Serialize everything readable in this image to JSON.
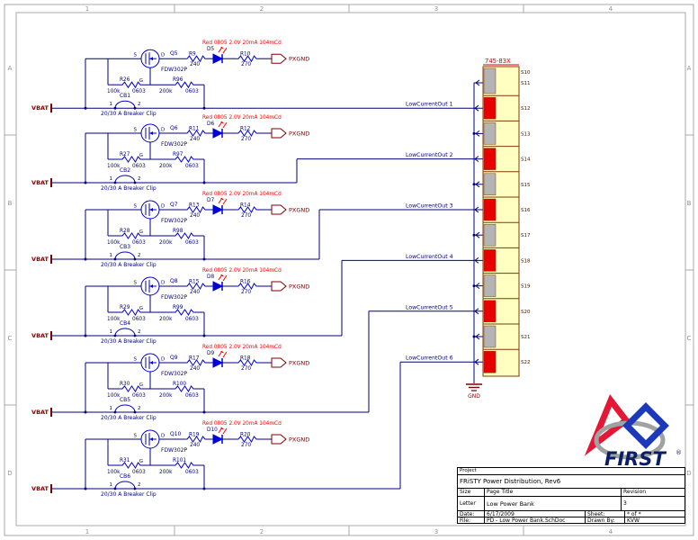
{
  "colors": {
    "wire": "#000080",
    "symbol": "#0000C8",
    "designator": "#000080",
    "red_text": "#FF0000",
    "port": "#800000",
    "led_fill": "#0000D9",
    "connector_body": "#FFFFC2",
    "connector_border": "#7B3F00",
    "pin_red": "#E80000",
    "pin_gray": "#B4B4B4",
    "connector_label": "#D00000",
    "pin_name": "#402000",
    "gnd": "#800000",
    "frame": "#A8A8A8",
    "zone_text": "#909090",
    "logo_red": "#E31837",
    "logo_blue": "#1C39BB",
    "logo_gray": "#9EA2A2",
    "logo_text": "#0B1F66"
  },
  "sheet": {
    "zone_columns": [
      "1",
      "2",
      "3",
      "4"
    ],
    "zone_rows": [
      "A",
      "B",
      "C",
      "D"
    ]
  },
  "blocks": [
    {
      "vbat_label": "VBAT",
      "breaker_ref": "CB1",
      "breaker_pin1": "1",
      "breaker_pin2": "2",
      "breaker_desc": "20/30 A Breaker Clip",
      "fet_ref": "Q5",
      "fet_part": "FDW302P",
      "fet_s": "S",
      "fet_d": "D",
      "fet_g": "G",
      "r1_ref": "R26",
      "r1_val": "100k",
      "r1_pkg": "0603",
      "r2_ref": "R96",
      "r2_val": "200k",
      "r2_pkg": "0603",
      "r3_ref": "R9",
      "r3_val": "240",
      "led_ref": "D5",
      "led_desc": "Red 0805 2.0V 20mA 104mCd",
      "r4_ref": "R10",
      "r4_val": "270",
      "port_label": "PXGND",
      "net_label": "LowCurrentOut 1"
    },
    {
      "vbat_label": "VBAT",
      "breaker_ref": "CB2",
      "breaker_pin1": "1",
      "breaker_pin2": "2",
      "breaker_desc": "20/30 A Breaker Clip",
      "fet_ref": "Q6",
      "fet_part": "FDW302P",
      "fet_s": "S",
      "fet_d": "D",
      "fet_g": "G",
      "r1_ref": "R27",
      "r1_val": "100k",
      "r1_pkg": "0603",
      "r2_ref": "R97",
      "r2_val": "200k",
      "r2_pkg": "0603",
      "r3_ref": "R11",
      "r3_val": "240",
      "led_ref": "D6",
      "led_desc": "Red 0805 2.0V 20mA 104mCd",
      "r4_ref": "R12",
      "r4_val": "270",
      "port_label": "PXGND",
      "net_label": "LowCurrentOut 2"
    },
    {
      "vbat_label": "VBAT",
      "breaker_ref": "CB3",
      "breaker_pin1": "1",
      "breaker_pin2": "2",
      "breaker_desc": "20/30 A Breaker Clip",
      "fet_ref": "Q7",
      "fet_part": "FDW302P",
      "fet_s": "S",
      "fet_d": "D",
      "fet_g": "G",
      "r1_ref": "R28",
      "r1_val": "100k",
      "r1_pkg": "0603",
      "r2_ref": "R98",
      "r2_val": "200k",
      "r2_pkg": "0603",
      "r3_ref": "R13",
      "r3_val": "240",
      "led_ref": "D7",
      "led_desc": "Red 0805 2.0V 20mA 104mCd",
      "r4_ref": "R14",
      "r4_val": "270",
      "port_label": "PXGND",
      "net_label": "LowCurrentOut 3"
    },
    {
      "vbat_label": "VBAT",
      "breaker_ref": "CB4",
      "breaker_pin1": "1",
      "breaker_pin2": "2",
      "breaker_desc": "20/30 A Breaker Clip",
      "fet_ref": "Q8",
      "fet_part": "FDW302P",
      "fet_s": "S",
      "fet_d": "D",
      "fet_g": "G",
      "r1_ref": "R29",
      "r1_val": "100k",
      "r1_pkg": "0603",
      "r2_ref": "R99",
      "r2_val": "200k",
      "r2_pkg": "0603",
      "r3_ref": "R15",
      "r3_val": "240",
      "led_ref": "D8",
      "led_desc": "Red 0805 2.0V 20mA 104mCd",
      "r4_ref": "R16",
      "r4_val": "270",
      "port_label": "PXGND",
      "net_label": "LowCurrentOut 4"
    },
    {
      "vbat_label": "VBAT",
      "breaker_ref": "CB5",
      "breaker_pin1": "1",
      "breaker_pin2": "2",
      "breaker_desc": "20/30 A Breaker Clip",
      "fet_ref": "Q9",
      "fet_part": "FDW302P",
      "fet_s": "S",
      "fet_d": "D",
      "fet_g": "G",
      "r1_ref": "R30",
      "r1_val": "100k",
      "r1_pkg": "0603",
      "r2_ref": "R100",
      "r2_val": "200k",
      "r2_pkg": "0603",
      "r3_ref": "R17",
      "r3_val": "240",
      "led_ref": "D9",
      "led_desc": "Red 0805 2.0V 20mA 104mCd",
      "r4_ref": "R18",
      "r4_val": "270",
      "port_label": "PXGND",
      "net_label": "LowCurrentOut 5"
    },
    {
      "vbat_label": "VBAT",
      "breaker_ref": "CB6",
      "breaker_pin1": "1",
      "breaker_pin2": "2",
      "breaker_desc": "20/30 A Breaker Clip",
      "fet_ref": "Q10",
      "fet_part": "FDW302P",
      "fet_s": "S",
      "fet_d": "D",
      "fet_g": "G",
      "r1_ref": "R31",
      "r1_val": "100k",
      "r1_pkg": "0603",
      "r2_ref": "R101",
      "r2_val": "200k",
      "r2_pkg": "0603",
      "r3_ref": "R19",
      "r3_val": "240",
      "led_ref": "D10",
      "led_desc": "Red 0805 2.0V 20mA 104mCd",
      "r4_ref": "R20",
      "r4_val": "270",
      "port_label": "PXGND",
      "net_label": "LowCurrentOut 6"
    }
  ],
  "connector": {
    "ref": "745-83X",
    "gnd_label": "GND",
    "pins": [
      {
        "name": "S10",
        "type": "nc"
      },
      {
        "name": "S11",
        "type": "gnd"
      },
      {
        "name": "S12",
        "type": "out"
      },
      {
        "name": "S13",
        "type": "gnd"
      },
      {
        "name": "S14",
        "type": "out"
      },
      {
        "name": "S15",
        "type": "gnd"
      },
      {
        "name": "S16",
        "type": "out"
      },
      {
        "name": "S17",
        "type": "gnd"
      },
      {
        "name": "S18",
        "type": "out"
      },
      {
        "name": "S19",
        "type": "gnd"
      },
      {
        "name": "S20",
        "type": "out"
      },
      {
        "name": "S21",
        "type": "gnd"
      },
      {
        "name": "S22",
        "type": "out"
      }
    ]
  },
  "logo": {
    "text": "FIRST",
    "registered": "®"
  },
  "title_block": {
    "project_label": "Project",
    "project": "FRiSTY Power Distribution, Rev6",
    "size_label": "Size",
    "size": "Letter",
    "page_title_label": "Page Title",
    "page_title": "Low Power Bank",
    "revision_label": "Revision",
    "revision": "3",
    "date_label": "Date:",
    "date": "6/17/2009",
    "sheet_label": "Sheet:",
    "sheet": "*  of  *",
    "file_label": "File:",
    "file": "PD - Low Power Bank.SchDoc",
    "drawn_label": "Drawn By:",
    "drawn": "KVW"
  }
}
